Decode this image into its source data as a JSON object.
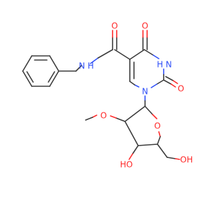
{
  "structure": {
    "colors": {
      "bond": "#3c3c3c",
      "oxygen": "#ff2a2a",
      "nitrogen": "#3050f8",
      "background": "#ffffff"
    },
    "labels": {
      "amide_oxygen": "O",
      "amide_nh": "N H",
      "ring_oxygen_top": "O",
      "ring_nh": "H N",
      "ring_oxygen_right": "O",
      "ring_n1": "N",
      "methoxy_oxygen": "O",
      "furanose_oxygen": "O",
      "hydroxyl_bottom": "HO",
      "hydroxymethyl": "OH"
    }
  }
}
